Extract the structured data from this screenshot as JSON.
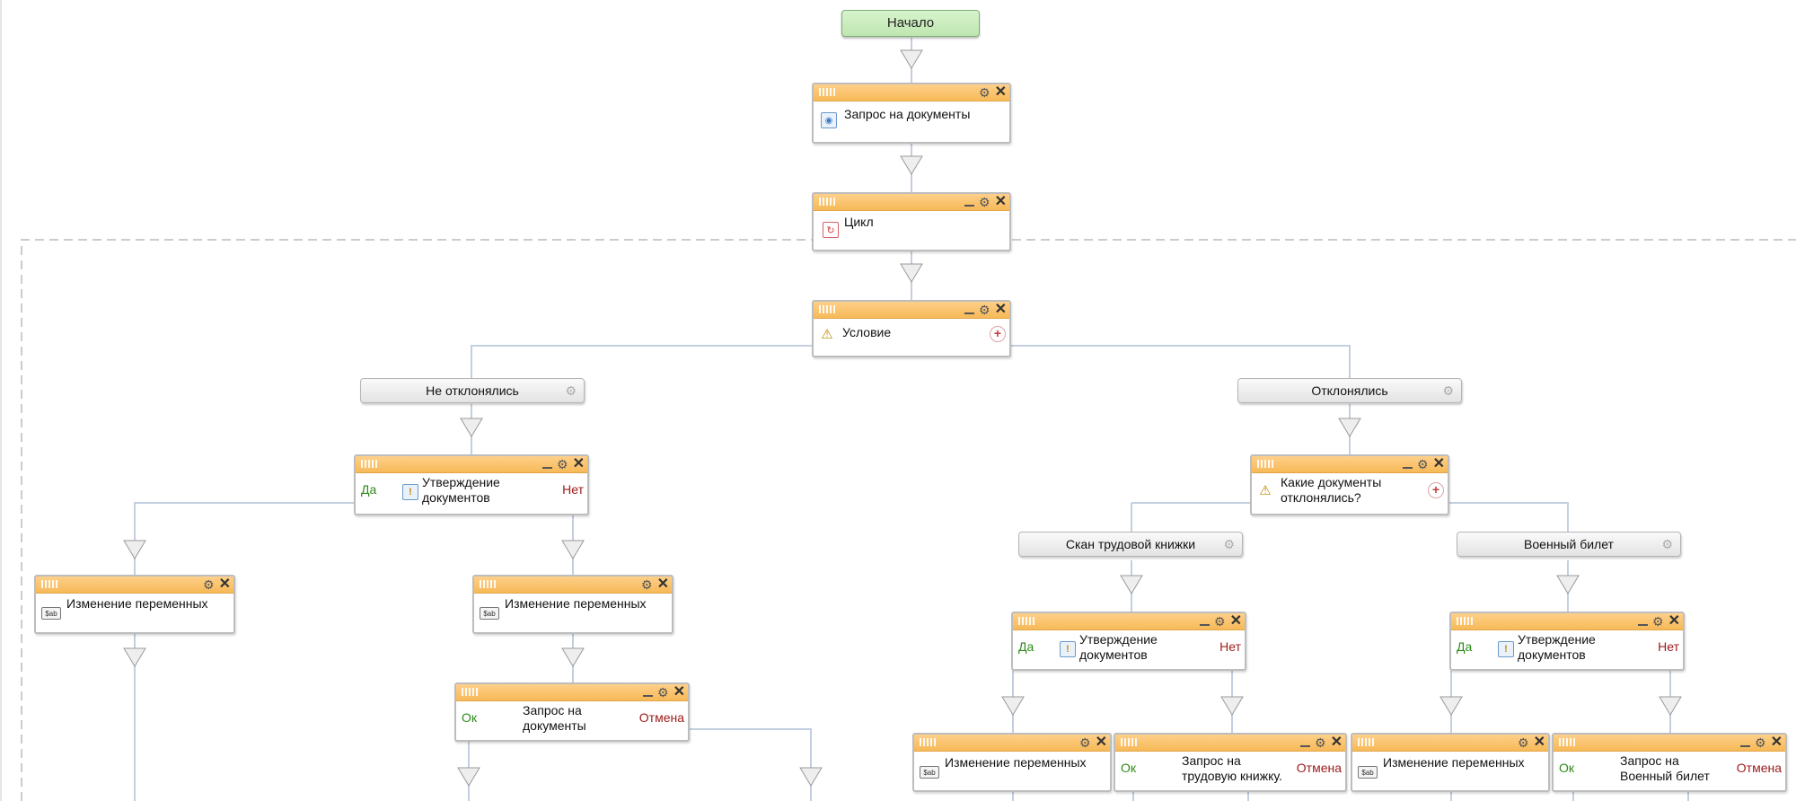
{
  "start": {
    "label": "Начало"
  },
  "blocks": {
    "request_docs": {
      "title": "Запрос на документы",
      "icon": "request-icon"
    },
    "cycle": {
      "title": "Цикл",
      "icon": "cycle-icon"
    },
    "condition": {
      "title": "Условие",
      "icon": "condition-icon"
    },
    "approve_left": {
      "title": "Утверждение документов",
      "yes": "Да",
      "no": "Нет",
      "icon": "approval-icon"
    },
    "which_rejected": {
      "title": "Какие документы отклонялись?",
      "icon": "condition-icon"
    },
    "vars_1": {
      "title": "Изменение переменных",
      "icon": "variables-icon"
    },
    "vars_2": {
      "title": "Изменение переменных",
      "icon": "variables-icon"
    },
    "request_2": {
      "title": "Запрос на документы",
      "ok": "Ок",
      "cancel": "Отмена",
      "icon": "request-icon"
    },
    "approve_scan": {
      "title": "Утверждение документов",
      "yes": "Да",
      "no": "Нет",
      "icon": "approval-icon"
    },
    "approve_mil": {
      "title": "Утверждение документов",
      "yes": "Да",
      "no": "Нет",
      "icon": "approval-icon"
    },
    "vars_3": {
      "title": "Изменение переменных",
      "icon": "variables-icon"
    },
    "request_work": {
      "title": "Запрос на трудовую книжку.",
      "ok": "Ок",
      "cancel": "Отмена"
    },
    "vars_4": {
      "title": "Изменение переменных",
      "icon": "variables-icon"
    },
    "request_mil": {
      "title": "Запрос на Военный билет",
      "ok": "Ок",
      "cancel": "Отмена"
    }
  },
  "branches": {
    "not_rejected": "Не отклонялись",
    "rejected": "Отклонялись",
    "scan_work_book": "Скан трудовой книжки",
    "military_id": "Военный билет"
  },
  "colors": {
    "header": "#f6b957",
    "start_fill": "#c9ecbc",
    "yes_text": "#2d8a19",
    "no_text": "#9c1a1a",
    "wire": "#c3cfe0",
    "cycle_border": "#cccccc"
  }
}
